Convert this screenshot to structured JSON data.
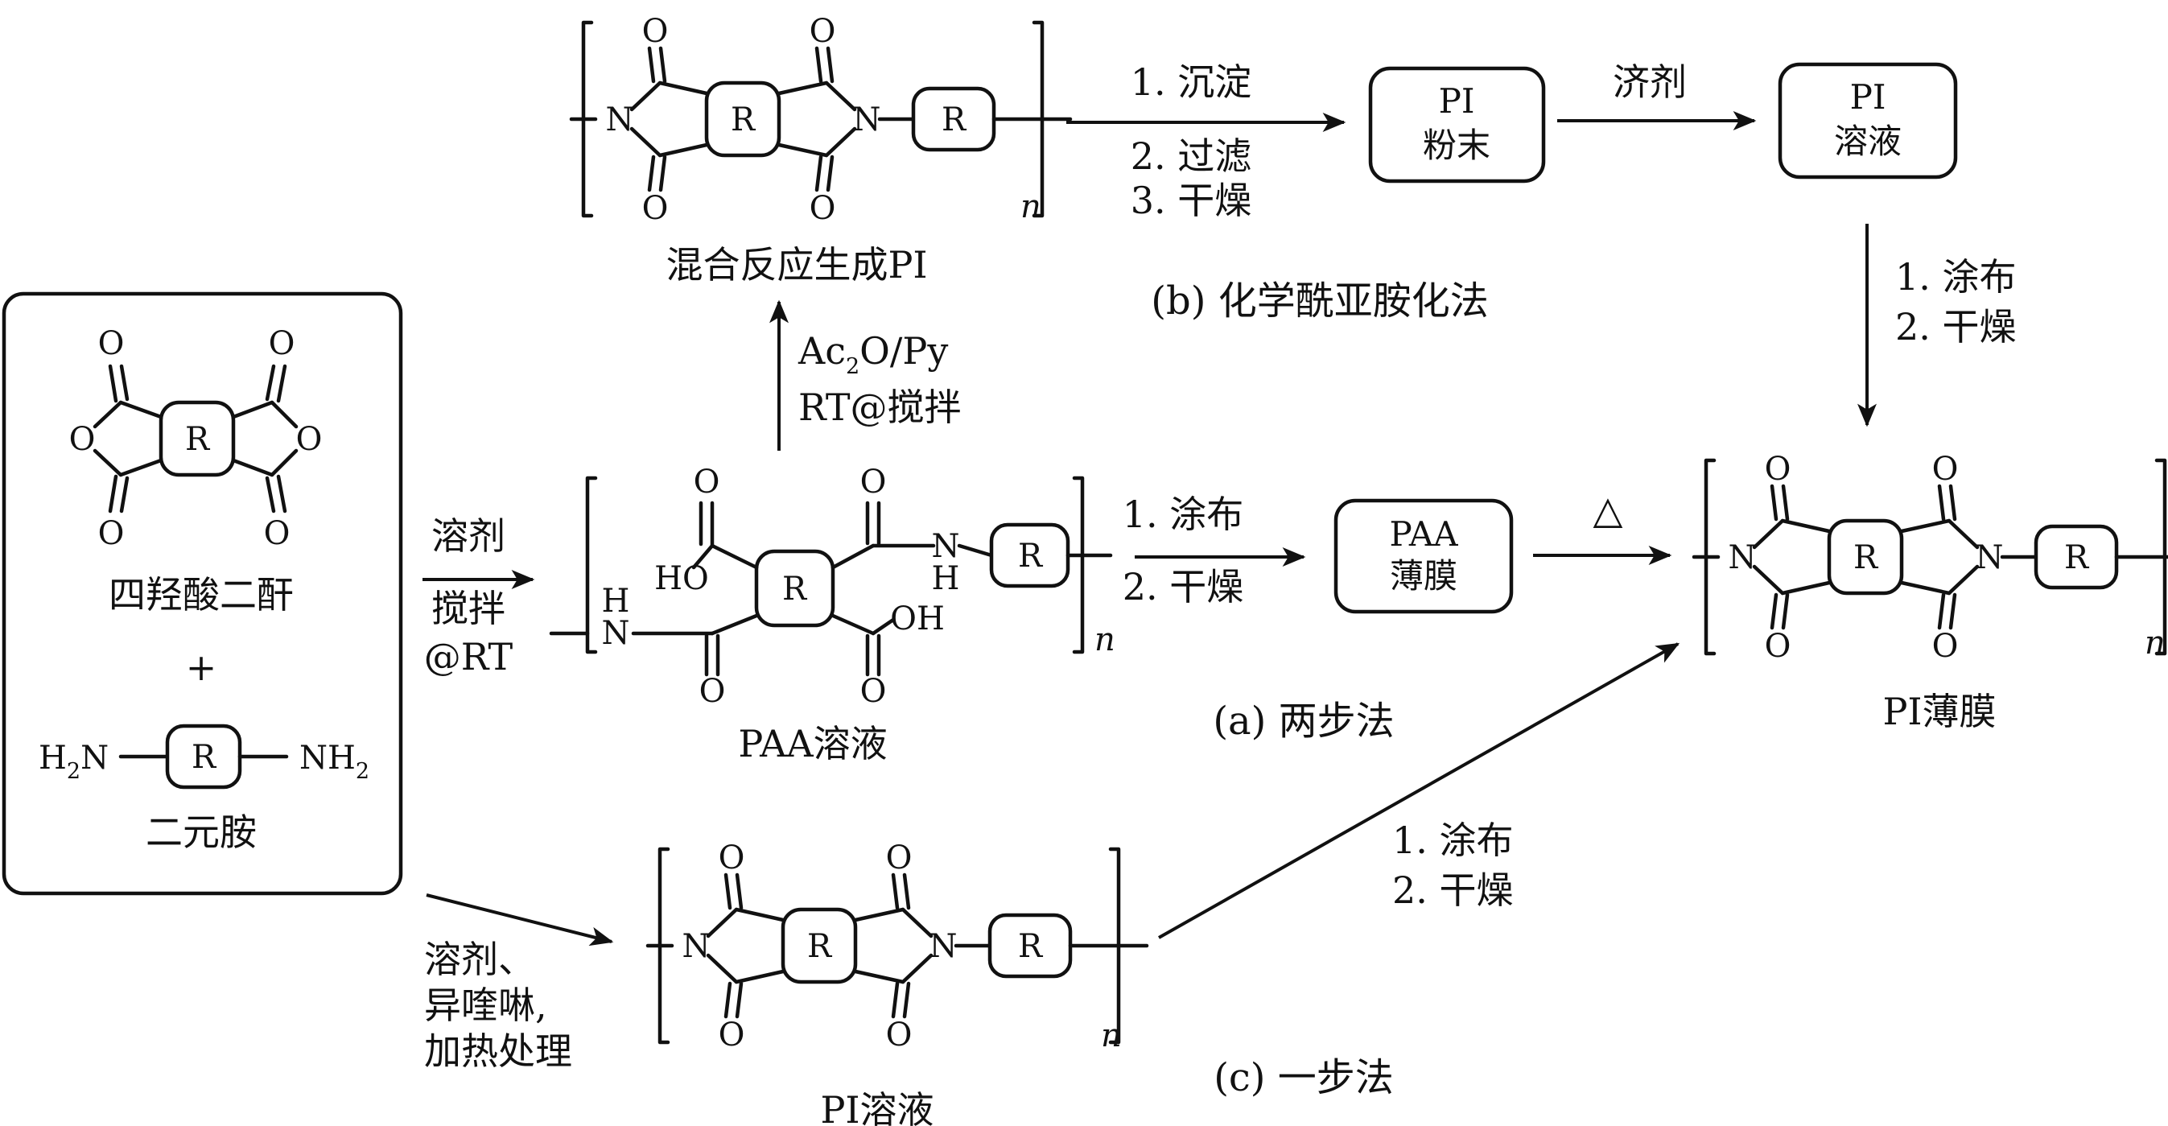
{
  "molecules": {
    "r_label": "R",
    "o": "O",
    "n": "N",
    "h": "H",
    "n_subscript": "n",
    "ho": "HO",
    "oh": "OH",
    "h2n_main": "H",
    "h2n_sub": "2",
    "h2n_tail": "N",
    "nh2_main": "NH",
    "nh2_sub": "2"
  },
  "reactants": {
    "dianhydride_label": "四羟酸二酐",
    "plus": "+",
    "diamine_label": "二元胺"
  },
  "two_step": {
    "caption": "(a) 两步法",
    "cond_top": "溶剂",
    "cond_bottom_1": "搅拌",
    "cond_bottom_2": "@RT",
    "paa_label": "PAA溶液",
    "coat_1": "1. 涂布",
    "coat_2": "2. 干燥",
    "paa_film_1": "PAA",
    "paa_film_2": "薄膜",
    "heat": "△",
    "pi_film_label": "PI薄膜"
  },
  "chemical": {
    "caption": "(b) 化学酰亚胺化法",
    "reagent_ac": "Ac",
    "reagent_sub": "2",
    "reagent_tail": "O/Py",
    "reagent_2": "RT@搅拌",
    "product_label": "混合反应生成PI",
    "step_1": "1. 沉淀",
    "step_2": "2. 过滤",
    "step_3": "3. 干燥",
    "powder_1": "PI",
    "powder_2": "粉末",
    "solvent": "济剂",
    "solution_1": "PI",
    "solution_2": "溶液",
    "coat_1": "1. 涂布",
    "coat_2": "2. 干燥"
  },
  "one_step": {
    "caption": "(c) 一步法",
    "cond_1": "溶剂、",
    "cond_2": "异喹啉,",
    "cond_3": "加热处理",
    "pi_solution_label": "PI溶液",
    "coat_1": "1. 涂布",
    "coat_2": "2. 干燥"
  }
}
